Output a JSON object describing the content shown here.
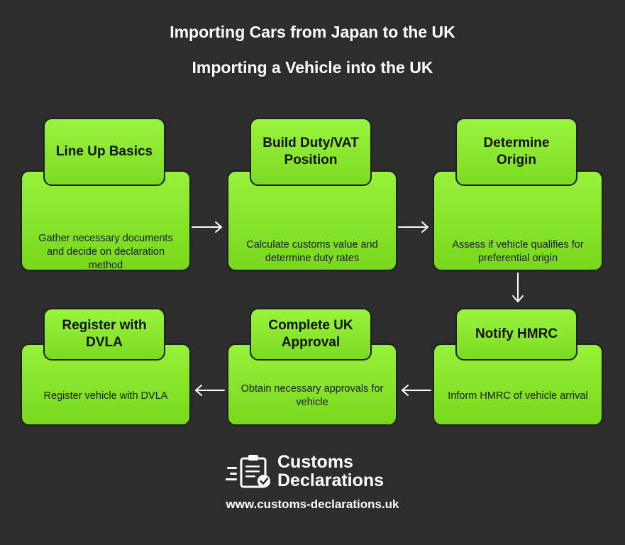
{
  "header": {
    "title": "Importing Cars from Japan to the UK",
    "subtitle": "Importing a Vehicle into the UK"
  },
  "steps": [
    {
      "title": "Line Up Basics",
      "desc": "Gather necessary documents and decide on declaration method"
    },
    {
      "title": "Build Duty/VAT Position",
      "desc": "Calculate customs value and determine duty rates"
    },
    {
      "title": "Determine Origin",
      "desc": "Assess if vehicle qualifies for preferential origin"
    },
    {
      "title": "Notify HMRC",
      "desc": "Inform HMRC of vehicle arrival"
    },
    {
      "title": "Complete UK Approval",
      "desc": "Obtain necessary approvals for vehicle"
    },
    {
      "title": "Register with DVLA",
      "desc": "Register vehicle with DVLA"
    }
  ],
  "brand": {
    "name_line1": "Customs",
    "name_line2": "Declarations",
    "url": "www.customs-declarations.uk",
    "logo_icon": "clipboard-check-icon"
  },
  "colors": {
    "background": "#2d2d2d",
    "box_green": "#8ae82e",
    "text_white": "#ffffff"
  }
}
